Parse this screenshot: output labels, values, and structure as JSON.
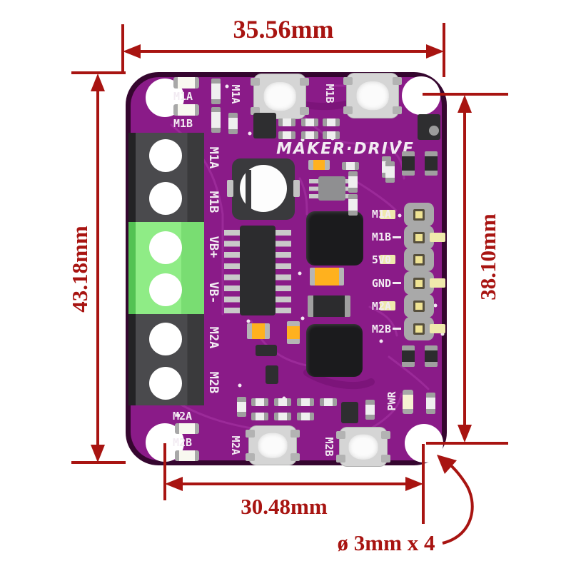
{
  "dimensions": {
    "color": "#a81411",
    "top": "35.56mm",
    "left": "43.18mm",
    "right": "38.10mm",
    "bottom": "30.48mm",
    "hole_note": "ø 3mm x 4"
  },
  "board": {
    "title": "MAKER·DRIVE",
    "led_labels_top": [
      "M1A",
      "M1B"
    ],
    "led_labels_bottom": [
      "M2A",
      "M2B"
    ],
    "button_labels": [
      "M1A",
      "M1B",
      "M2A",
      "M2B"
    ],
    "terminal_labels": [
      "M1A",
      "M1B",
      "VB+",
      "VB-",
      "M2A",
      "M2B"
    ],
    "header_labels": [
      "M1A",
      "M1B",
      "5V0",
      "GND",
      "M2A",
      "M2B"
    ],
    "power_label": "PWR",
    "colors": {
      "pcb": "#8a1b88",
      "pcb_edge": "#35062f",
      "trace": "#9c2b9a",
      "terminal_green": "#8fec86",
      "terminal_dark": "#3a3a3c",
      "silkscreen": "#f2ebf2",
      "annotation": "#a81411",
      "capacitor_yellow": "#ffb11e"
    }
  }
}
